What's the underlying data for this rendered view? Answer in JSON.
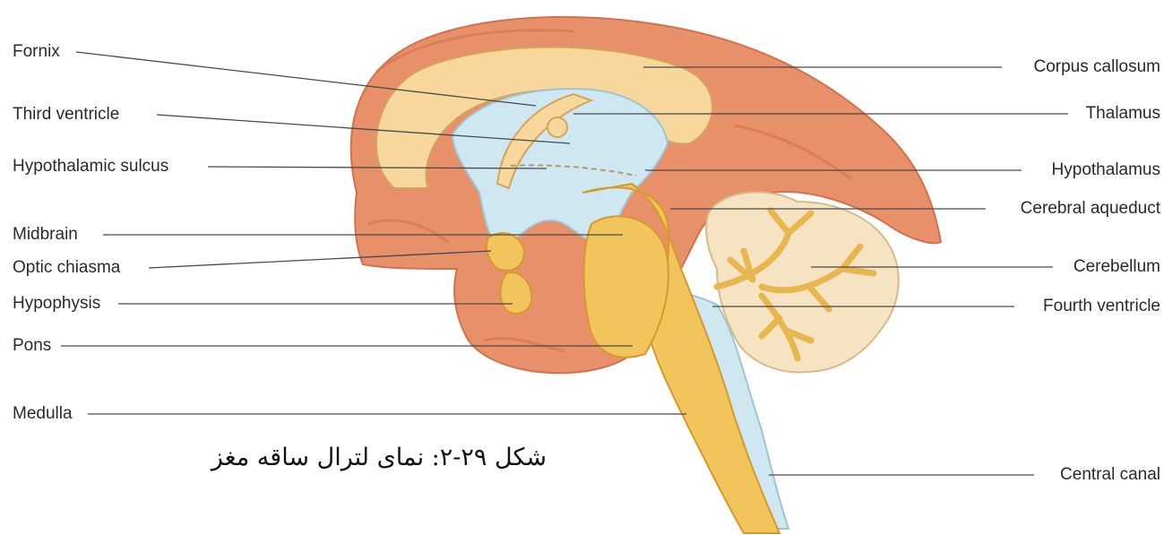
{
  "colors": {
    "cortex": "#e8906a",
    "cortex_dark": "#d2714f",
    "corpus_callosum": "#f7d79b",
    "ventricle": "#cfe7f1",
    "brainstem": "#f2c45c",
    "brainstem_edge": "#d49a2c",
    "cerebellum": "#f6e3c1",
    "leader_line": "#4a4a4a"
  },
  "labels_left": [
    {
      "id": "fornix",
      "text": "Fornix"
    },
    {
      "id": "third-ventricle",
      "text": "Third ventricle"
    },
    {
      "id": "hypothalamic-sulcus",
      "text": "Hypothalamic sulcus"
    },
    {
      "id": "midbrain",
      "text": "Midbrain"
    },
    {
      "id": "optic-chiasma",
      "text": "Optic chiasma"
    },
    {
      "id": "hypophysis",
      "text": "Hypophysis"
    },
    {
      "id": "pons",
      "text": "Pons"
    },
    {
      "id": "medulla",
      "text": "Medulla"
    }
  ],
  "labels_right": [
    {
      "id": "corpus-callosum",
      "text": "Corpus callosum"
    },
    {
      "id": "thalamus",
      "text": "Thalamus"
    },
    {
      "id": "hypothalamus",
      "text": "Hypothalamus"
    },
    {
      "id": "cerebral-aqueduct",
      "text": "Cerebral aqueduct"
    },
    {
      "id": "cerebellum",
      "text": "Cerebellum"
    },
    {
      "id": "fourth-ventricle",
      "text": "Fourth ventricle"
    },
    {
      "id": "central-canal",
      "text": "Central canal"
    }
  ],
  "caption": "شکل ۲۹-۲: نمای لترال ساقه مغز"
}
